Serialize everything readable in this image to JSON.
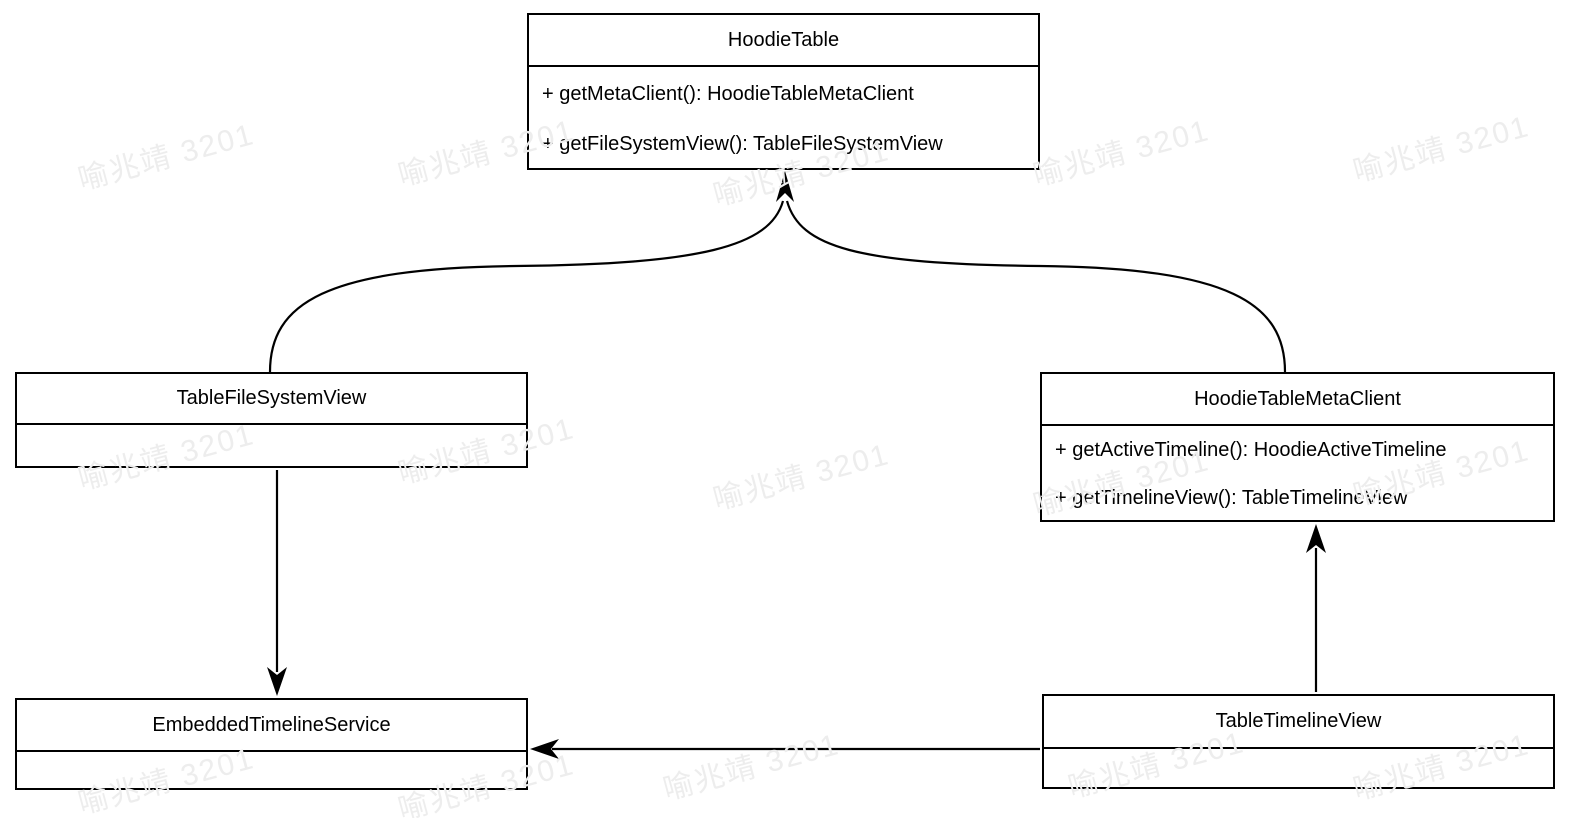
{
  "watermark": {
    "text": "喻兆靖 3201",
    "color": "#ededed"
  },
  "colors": {
    "background": "#ffffff",
    "line": "#000000",
    "box_fill": "#ffffff"
  },
  "classes": {
    "hoodieTable": {
      "name": "HoodieTable",
      "methods": [
        "+ getMetaClient(): HoodieTableMetaClient",
        "+ getFileSystemView(): TableFileSystemView"
      ]
    },
    "tableFileSystemView": {
      "name": "TableFileSystemView",
      "methods": []
    },
    "hoodieTableMetaClient": {
      "name": "HoodieTableMetaClient",
      "methods": [
        "+ getActiveTimeline(): HoodieActiveTimeline",
        "+ getTimelineView(): TableTimelineView"
      ]
    },
    "embeddedTimelineService": {
      "name": "EmbeddedTimelineService",
      "methods": []
    },
    "tableTimelineView": {
      "name": "TableTimelineView",
      "methods": []
    }
  },
  "relations": [
    {
      "from": "TableFileSystemView",
      "to": "HoodieTable",
      "style": "curved-arrow"
    },
    {
      "from": "HoodieTableMetaClient",
      "to": "HoodieTable",
      "style": "curved-arrow"
    },
    {
      "from": "TableFileSystemView",
      "to": "EmbeddedTimelineService",
      "style": "straight-arrow"
    },
    {
      "from": "TableTimelineView",
      "to": "HoodieTableMetaClient",
      "style": "straight-arrow"
    },
    {
      "from": "TableTimelineView",
      "to": "EmbeddedTimelineService",
      "style": "straight-arrow"
    }
  ]
}
